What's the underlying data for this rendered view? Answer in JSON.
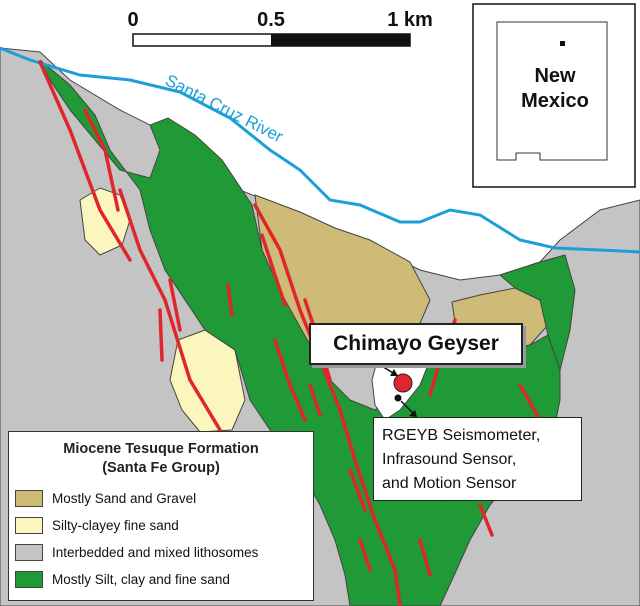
{
  "scale_bar": {
    "labels": [
      "0",
      "0.5",
      "1 km"
    ]
  },
  "river": {
    "label": "Santa Cruz River",
    "color": "#1a9fd8"
  },
  "inset": {
    "label_line1": "New",
    "label_line2": "Mexico"
  },
  "callouts": {
    "geyser": "Chimayo Geyser",
    "sensors": [
      "RGEYB Seismometer,",
      "Infrasound Sensor,",
      "and Motion Sensor"
    ]
  },
  "legend": {
    "title_line1": "Miocene Tesuque Formation",
    "title_line2": "(Santa Fe Group)",
    "items": [
      {
        "label": "Mostly Sand and Gravel",
        "color": "#cdbb77"
      },
      {
        "label": "Silty-clayey fine sand",
        "color": "#fbf5be"
      },
      {
        "label": "Interbedded and mixed lithosomes",
        "color": "#c4c4c4"
      },
      {
        "label": "Mostly Silt, clay and fine sand",
        "color": "#1f9a37"
      }
    ]
  },
  "colors": {
    "fault": "#e0262c",
    "geyser_marker": "#e0262c",
    "sensor_marker": "#111111"
  }
}
